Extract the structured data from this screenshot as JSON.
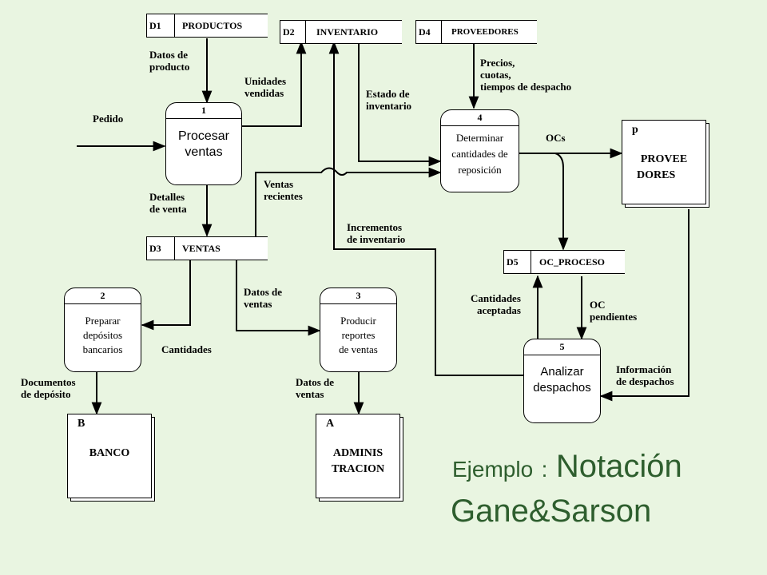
{
  "processes": [
    {
      "id": "1",
      "line1": "Procesar",
      "line2": "ventas"
    },
    {
      "id": "2",
      "line1": "Preparar",
      "line2": "depósitos",
      "line3": "bancarios"
    },
    {
      "id": "3",
      "line1": "Producir",
      "line2": "reportes",
      "line3": "de ventas"
    },
    {
      "id": "4",
      "line1": "Determinar",
      "line2": "cantidades de",
      "line3": "reposición"
    },
    {
      "id": "5",
      "line1": "Analizar",
      "line2": "despachos"
    }
  ],
  "stores": [
    {
      "id": "D1",
      "name": "PRODUCTOS"
    },
    {
      "id": "D2",
      "name": "INVENTARIO"
    },
    {
      "id": "D3",
      "name": "VENTAS"
    },
    {
      "id": "D4",
      "name": "PROVEEDORES"
    },
    {
      "id": "D5",
      "name": "OC_PROCESO"
    }
  ],
  "entities": [
    {
      "id": "p",
      "line1": "PROVEE",
      "line2": "DORES"
    },
    {
      "id": "B",
      "line1": "BANCO"
    },
    {
      "id": "A",
      "line1": "ADMINIS",
      "line2": "TRACION"
    }
  ],
  "flows": {
    "datos_producto": [
      "Datos de",
      "producto"
    ],
    "unidades_vendidas": [
      "Unidades",
      "vendidas"
    ],
    "estado_inventario": [
      "Estado de",
      "inventario"
    ],
    "precios": [
      "Precios,",
      "cuotas,",
      "tiempos de despacho"
    ],
    "pedido": "Pedido",
    "ocs": "OCs",
    "ventas_recientes": [
      "Ventas",
      "recientes"
    ],
    "detalles_venta": [
      "Detalles",
      "de venta"
    ],
    "incrementos": [
      "Incrementos",
      "de inventario"
    ],
    "datos_ventas_1": [
      "Datos de",
      "ventas"
    ],
    "cantidades": "Cantidades",
    "cantidades_aceptadas": [
      "Cantidades",
      "aceptadas"
    ],
    "oc_pendientes": [
      "OC",
      "pendientes"
    ],
    "documentos_deposito": [
      "Documentos",
      "de depósito"
    ],
    "datos_ventas_2": [
      "Datos de",
      "ventas"
    ],
    "informacion_despachos": [
      "Información",
      "de despachos"
    ]
  },
  "title": {
    "part1": "Ejemplo",
    "separator": ":",
    "part2": "Notación",
    "line2": "Gane&Sarson"
  },
  "colors": {
    "background": "#e9f5e1",
    "title": "#2e5e2e"
  }
}
